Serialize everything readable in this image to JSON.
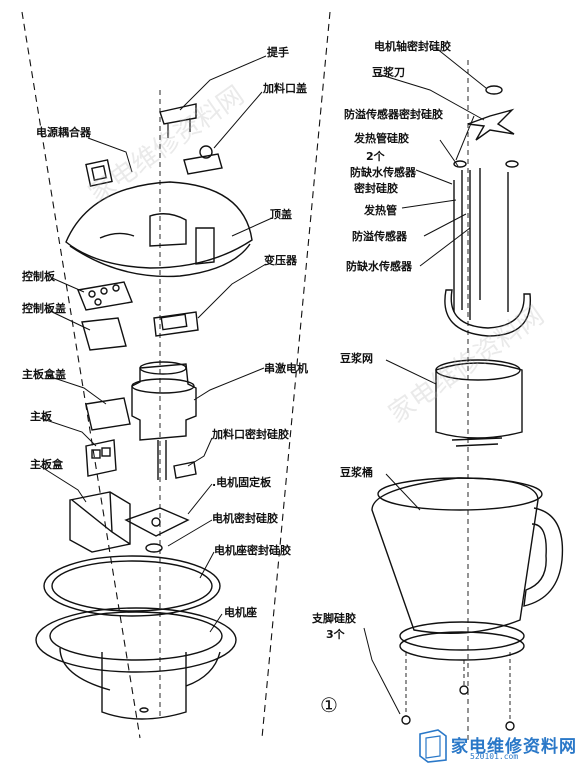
{
  "labels": {
    "handle": "提手",
    "feed_cover": "加料口盖",
    "power_coupler": "电源耦合器",
    "top_cover": "顶盖",
    "transformer": "变压器",
    "control_board": "控制板",
    "control_board_cover": "控制板盖",
    "main_box_cover": "主板盒盖",
    "series_motor": "串激电机",
    "main_board": "主板",
    "feed_seal": "加料口密封硅胶",
    "main_box": "主板盒",
    "motor_plate": ".电机固定板",
    "motor_seal": "电机密封硅胶",
    "motor_base_seal": "电机座密封硅胶",
    "motor_base": "电机座",
    "shaft_seal": "电机轴密封硅胶",
    "blade": "豆浆刀",
    "overflow_sensor_seal": "防溢传感器密封硅胶",
    "heater_seal": "发热管硅胶",
    "heater_seal_qty": "2个",
    "dry_sensor_seal_1": "防缺水传感器",
    "dry_sensor_seal_2": "密封硅胶",
    "heater": "发热管",
    "overflow_sensor": "防溢传感器",
    "dry_sensor": "防缺水传感器",
    "soy_mesh": "豆浆网",
    "soy_jug": "豆浆桶",
    "foot_rubber": "支脚硅胶",
    "foot_rubber_qty": "3个",
    "figure_number": "①"
  },
  "watermark": "家电维修资料网",
  "brand": {
    "name": "家电维修资料网",
    "url": "520101.com"
  },
  "colors": {
    "ink": "#111111",
    "brand": "#2a78c8"
  }
}
